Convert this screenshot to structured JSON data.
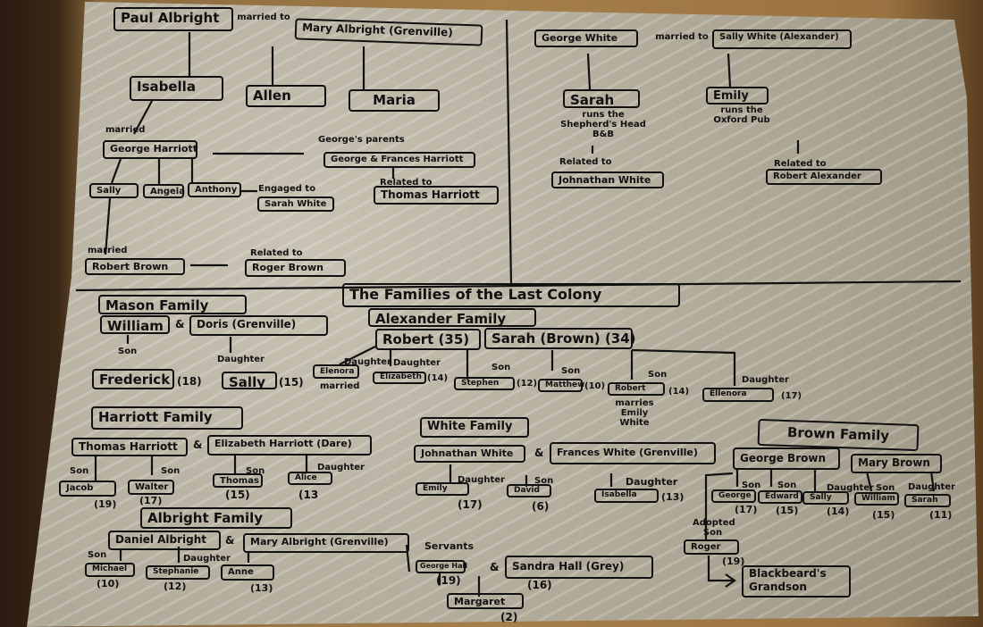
{
  "title": "The Families of the Last Colony",
  "top_left": {
    "paul": "Paul Albright",
    "married_to": "married to",
    "mary": "Mary Albright (Grenville)",
    "isabella": "Isabella",
    "allen": "Allen",
    "maria": "Maria",
    "married1": "married",
    "george_harriott": "George Harriott",
    "georges_parents": "George's parents",
    "george_frances": "George & Frances Harriott",
    "related_to1": "Related to",
    "thomas_harriott": "Thomas Harriott",
    "sally": "Sally",
    "angela": "Angela",
    "anthony": "Anthony",
    "engaged_to": "Engaged to",
    "sarah_white": "Sarah White",
    "married2": "married",
    "robert_brown": "Robert Brown",
    "related_to2": "Related to",
    "roger_brown": "Roger Brown"
  },
  "top_right": {
    "george_white": "George White",
    "married_to": "married to",
    "sally_white": "Sally White (Alexander)",
    "sarah": "Sarah",
    "sarah_note": "runs the Shepherd's Head B&B",
    "emily": "Emily",
    "emily_note": "runs the Oxford Pub",
    "related_to1": "Related to",
    "johnathan_white": "Johnathan White",
    "related_to2": "Related to",
    "robert_alexander": "Robert Alexander"
  },
  "mason": {
    "family": "Mason Family",
    "father": "William",
    "and": "&",
    "mother": "Doris (Grenville)",
    "children": [
      {
        "rel": "Son",
        "name": "Frederick",
        "age": "(18)"
      },
      {
        "rel": "Daughter",
        "name": "Sally",
        "age": "(15)"
      }
    ]
  },
  "alexander": {
    "family": "Alexander Family",
    "father": "Robert (35)",
    "mother": "Sarah (Brown) (34)",
    "children": [
      {
        "rel": "Daughter",
        "name": "Elenora",
        "note": "married"
      },
      {
        "rel": "Daughter",
        "name": "Elizabeth",
        "age": "(14)"
      },
      {
        "rel": "Son",
        "name": "Stephen",
        "age": "(12)"
      },
      {
        "rel": "Son",
        "name": "Matthew",
        "age": "(10)"
      },
      {
        "rel": "Son",
        "name": "Robert",
        "age": "(14)",
        "note": "marries Emily White"
      },
      {
        "rel": "Daughter",
        "name": "Ellenora",
        "age": "(17)"
      }
    ]
  },
  "harriott": {
    "family": "Harriott Family",
    "father": "Thomas Harriott",
    "and": "&",
    "mother": "Elizabeth Harriott (Dare)",
    "children": [
      {
        "rel": "Son",
        "name": "Jacob",
        "age": "(19)"
      },
      {
        "rel": "Son",
        "name": "Walter",
        "age": "(17)"
      },
      {
        "rel": "Son",
        "name": "Thomas",
        "age": "(15)"
      },
      {
        "rel": "Daughter",
        "name": "Alice",
        "age": "(13"
      }
    ]
  },
  "white": {
    "family": "White Family",
    "father": "Johnathan White",
    "and": "&",
    "mother": "Frances White (Grenville)",
    "children": [
      {
        "rel": "Daughter",
        "name": "Emily",
        "age": "(17)"
      },
      {
        "rel": "Son",
        "name": "David",
        "age": "(6)"
      },
      {
        "rel": "Daughter",
        "name": "Isabella",
        "age": "(13)"
      }
    ]
  },
  "brown": {
    "family": "Brown Family",
    "father": "George Brown",
    "mother": "Mary Brown",
    "children": [
      {
        "rel": "Son",
        "name": "George",
        "age": "(17)"
      },
      {
        "rel": "Son",
        "name": "Edward",
        "age": "(15)"
      },
      {
        "rel": "Daughter",
        "name": "Sally",
        "age": "(14)"
      },
      {
        "rel": "Son",
        "name": "William",
        "age": "(15)"
      },
      {
        "rel": "Daughter",
        "name": "Sarah",
        "age": "(11)"
      }
    ],
    "adopted": "Adopted Son",
    "roger": "Roger",
    "roger_age": "(19)",
    "blackbeard": "Blackbeard's Grandson"
  },
  "albright": {
    "family": "Albright Family",
    "father": "Daniel Albright",
    "and": "&",
    "mother": "Mary Albright (Grenville)",
    "children": [
      {
        "rel": "Son",
        "name": "Michael",
        "age": "(10)"
      },
      {
        "rel": "Daughter",
        "name": "Stephanie",
        "age": "(12)"
      },
      {
        "name": "Anne",
        "age": "(13)"
      }
    ]
  },
  "servants": {
    "label": "Servants",
    "george_hall": "George Hall",
    "george_age": "(19)",
    "and": "&",
    "sandra": "Sandra Hall (Grey)",
    "sandra_age": "(16)",
    "margaret": "Margaret",
    "margaret_age": "(2)"
  }
}
